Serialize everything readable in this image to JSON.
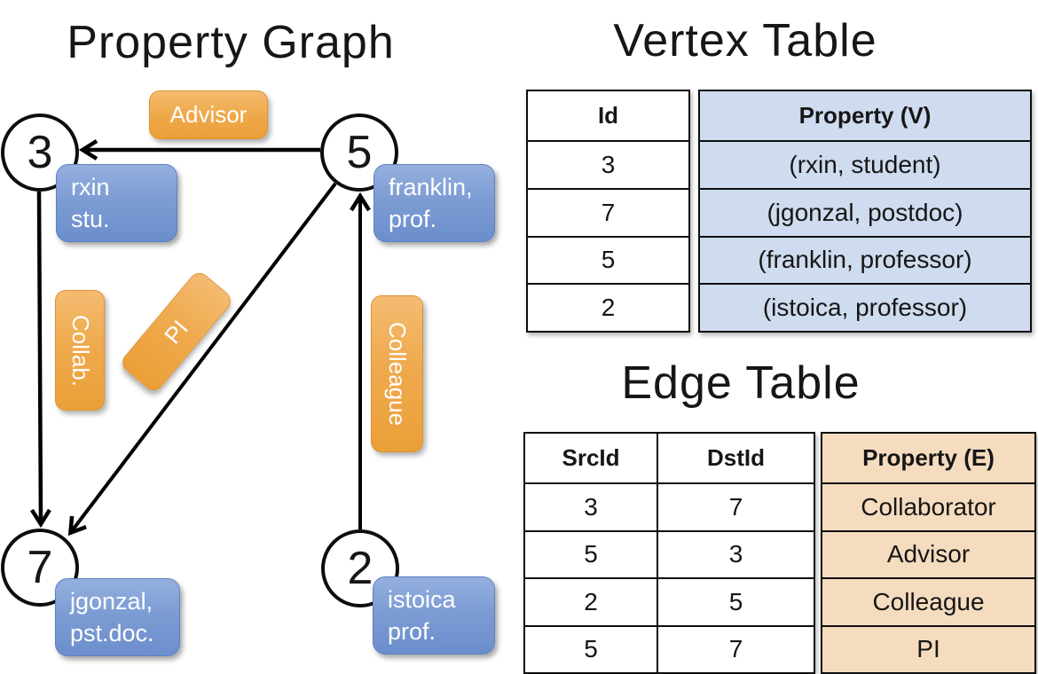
{
  "diagram": {
    "title": "Property Graph",
    "nodes": [
      {
        "id": "3",
        "lines": [
          "rxin",
          "stu."
        ]
      },
      {
        "id": "5",
        "lines": [
          "franklin,",
          "prof."
        ]
      },
      {
        "id": "7",
        "lines": [
          "jgonzal,",
          "pst.doc."
        ]
      },
      {
        "id": "2",
        "lines": [
          "istoica",
          "prof."
        ]
      }
    ],
    "edge_labels": [
      {
        "text": "Advisor",
        "orientation": "horizontal"
      },
      {
        "text": "Collab.",
        "orientation": "vertical"
      },
      {
        "text": "PI",
        "orientation": "diagonal"
      },
      {
        "text": "Colleague",
        "orientation": "vertical"
      }
    ],
    "edges": [
      {
        "src": "5",
        "dst": "3",
        "label": "Advisor"
      },
      {
        "src": "3",
        "dst": "7",
        "label": "Collab."
      },
      {
        "src": "5",
        "dst": "7",
        "label": "PI"
      },
      {
        "src": "2",
        "dst": "5",
        "label": "Colleague"
      }
    ]
  },
  "vertex_table": {
    "title": "Vertex Table",
    "columns": [
      "Id",
      "Property (V)"
    ],
    "rows": [
      [
        "3",
        "(rxin, student)"
      ],
      [
        "7",
        "(jgonzal, postdoc)"
      ],
      [
        "5",
        "(franklin, professor)"
      ],
      [
        "2",
        "(istoica, professor)"
      ]
    ]
  },
  "edge_table": {
    "title": "Edge Table",
    "columns": [
      "SrcId",
      "DstId",
      "Property (E)"
    ],
    "rows": [
      [
        "3",
        "7",
        "Collaborator"
      ],
      [
        "5",
        "3",
        "Advisor"
      ],
      [
        "2",
        "5",
        "Colleague"
      ],
      [
        "5",
        "7",
        "PI"
      ]
    ]
  },
  "colors": {
    "vertex_property_fill": "#cfdbee",
    "edge_property_fill": "#f5dcbf",
    "node_box_blue_top": "#95b0df",
    "node_box_blue_bottom": "#6b8ecc",
    "edge_label_orange_top": "#f4bb71",
    "edge_label_orange_bottom": "#eb9f38",
    "line_color": "#000000",
    "border_color": "#0d0d0d",
    "background": "#ffffff"
  }
}
